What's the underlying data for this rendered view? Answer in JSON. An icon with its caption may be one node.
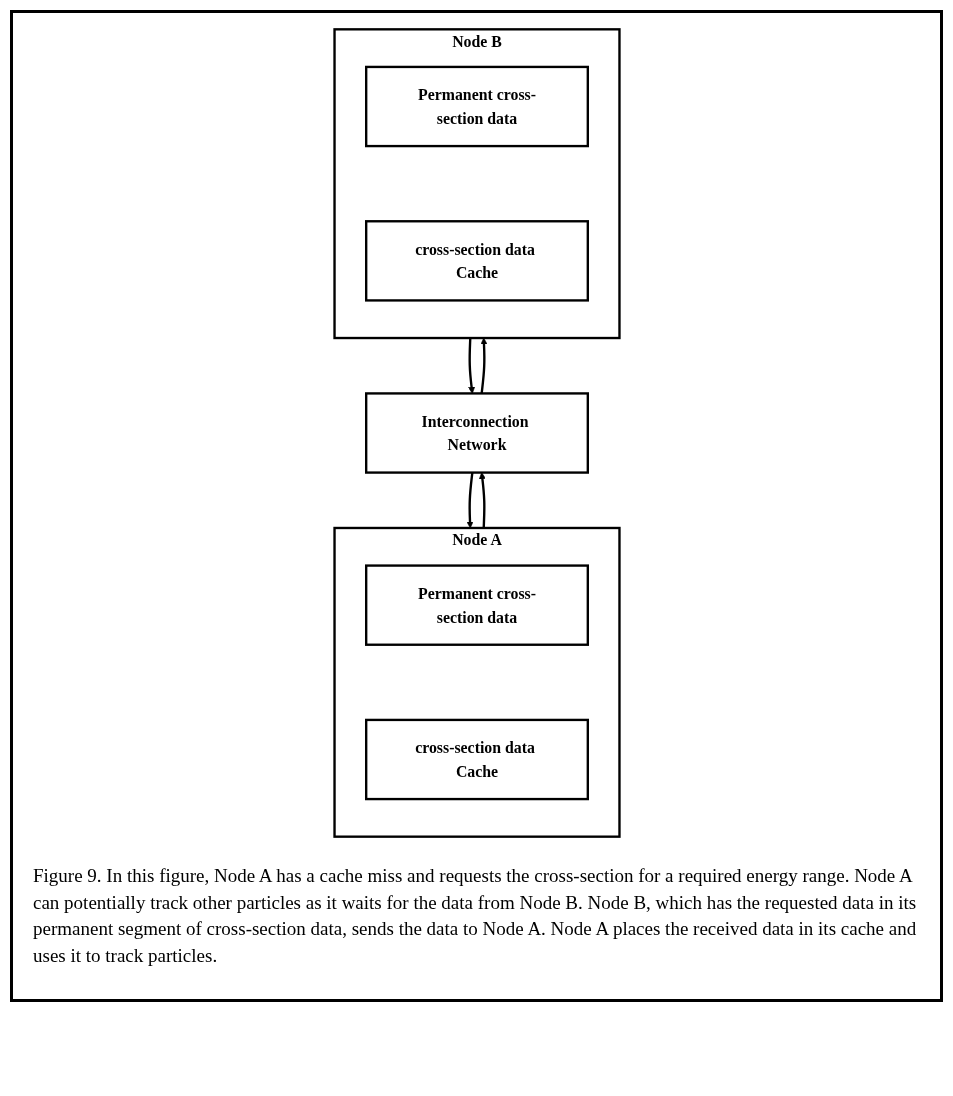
{
  "diagram": {
    "caption": "Figure 9. In this figure, Node A has a cache miss and requests the cross-section for a required energy range. Node A can potentially track other particles as it waits for the data from Node B. Node B, which has the requested data in its permanent segment of cross-section data, sends the data to Node A. Node A places the received data in its cache and uses it to track particles.",
    "nodes": [
      {
        "text": [
          "Node A"
        ]
      },
      {
        "text": [
          "Permanent cross-section data"
        ],
        "in": 0
      },
      {
        "text": [
          "cross-section data Cache"
        ],
        "in": 0
      },
      {
        "text": [
          "Node B"
        ]
      },
      {
        "text": [
          "Permanent cross-section data"
        ],
        "in": 3
      },
      {
        "text": [
          "cross-section data Cache"
        ],
        "in": 3
      },
      {
        "text": [
          "Interconnection Network"
        ]
      }
    ],
    "edges": [
      {
        "from": 0,
        "to": 6,
        "arrow": "to"
      },
      {
        "from": 6,
        "to": 0,
        "arrow": "to"
      },
      {
        "from": 3,
        "to": 6,
        "arrow": "to"
      },
      {
        "from": 6,
        "to": 3,
        "arrow": "to"
      }
    ]
  }
}
